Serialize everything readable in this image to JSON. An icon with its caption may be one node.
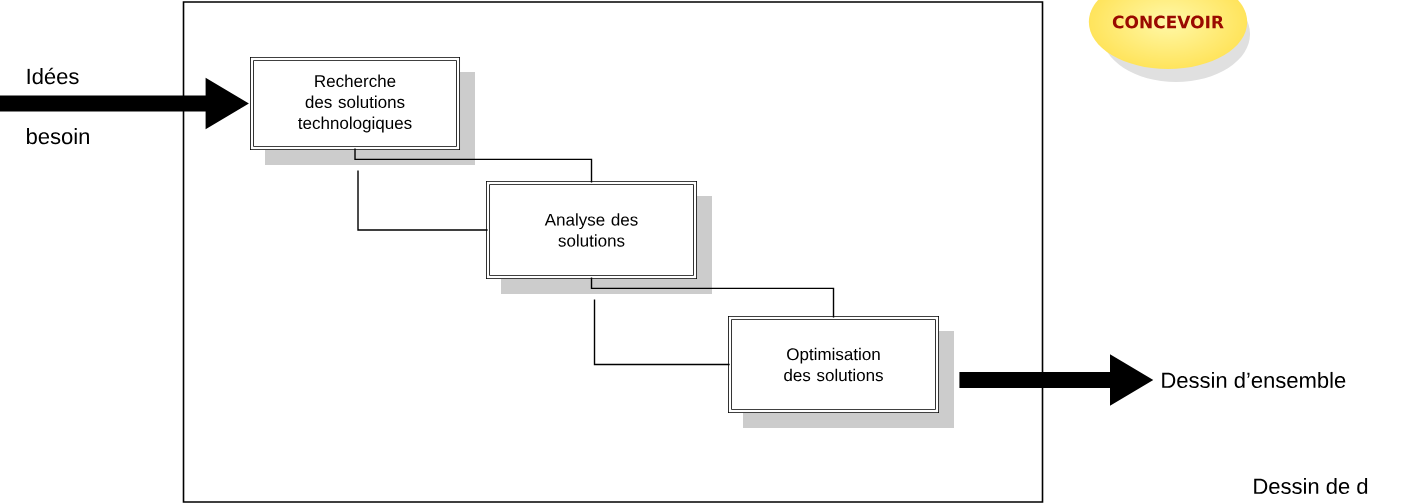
{
  "diagram": {
    "nodes": [
      {
        "text": [],
        "shape": "box"
      },
      {
        "text": [
          "Recherche des solutions technologiques"
        ],
        "in": 0
      },
      {
        "text": [
          "Analyse des solutions"
        ],
        "in": 0
      },
      {
        "text": [
          "Optimisation des solutions"
        ],
        "in": 0
      },
      {
        "text": [
          "Idées",
          "besoin"
        ]
      },
      {
        "text": [
          "Dessin d’ensemble"
        ]
      },
      {
        "text": [
          "CONCEVOIR"
        ]
      }
    ],
    "edges": [
      {
        "from": 4,
        "to": 1,
        "arrow": "to",
        "style": "thick"
      },
      {
        "from": 1,
        "to": 2,
        "arrow": "none"
      },
      {
        "from": 1,
        "to": 2,
        "arrow": "none"
      },
      {
        "from": 2,
        "to": 3,
        "arrow": "none"
      },
      {
        "from": 2,
        "to": 3,
        "arrow": "none"
      },
      {
        "from": 3,
        "to": 5,
        "arrow": "to",
        "style": "thick"
      }
    ],
    "labels": [
      "Dessin de d"
    ]
  }
}
